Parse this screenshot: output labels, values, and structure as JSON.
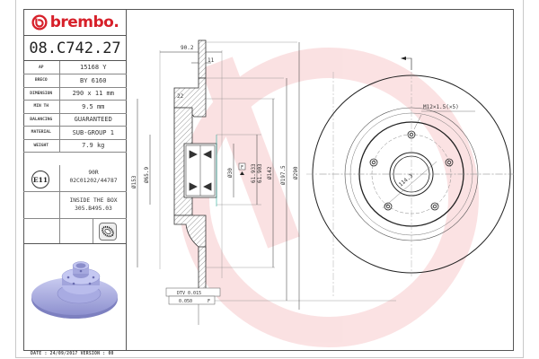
{
  "brand": {
    "name": "brembo.",
    "color": "#d7202a",
    "logo_icon": "brembo-logo-icon"
  },
  "part_number": "08.C742.27",
  "specs": [
    {
      "label": "AP",
      "value": "15168 Y"
    },
    {
      "label": "BRECO",
      "value": "BY 6160"
    },
    {
      "label": "DIMENSION",
      "value": "290 x 11 mm"
    },
    {
      "label": "MIN TH",
      "value": "9.5 mm"
    },
    {
      "label": "BALANCING",
      "value": "GUARANTEED"
    },
    {
      "label": "MATERIAL",
      "value": "SUB-GROUP 1"
    },
    {
      "label": "WEIGHT",
      "value": "7.9 kg"
    }
  ],
  "approval": {
    "badge": "E11",
    "line1": "90R",
    "line2": "02C01202/44787"
  },
  "inside_box": {
    "line1": "INSIDE THE BOX",
    "line2": "305.B495.03"
  },
  "kit_icon": "bearing-kit-icon",
  "footer": "DATE : 24/09/2017 VERSION : 00",
  "dimensions": {
    "width_total": "90.2",
    "disc_thickness": "11",
    "hub_offset": "22",
    "d153": "Ø153",
    "d65_9": "Ø65.9",
    "d30": "Ø30",
    "d61_933": "61.933",
    "d61_903": "61.903",
    "d142": "Ø142",
    "d197_5": "Ø197.5",
    "d290": "Ø290",
    "thread": "M12×1.5(×5)",
    "pcd": "114.3",
    "datum": "F",
    "dtv": "DTV 0.015",
    "runout": "0.050",
    "runout_datum": "F"
  }
}
